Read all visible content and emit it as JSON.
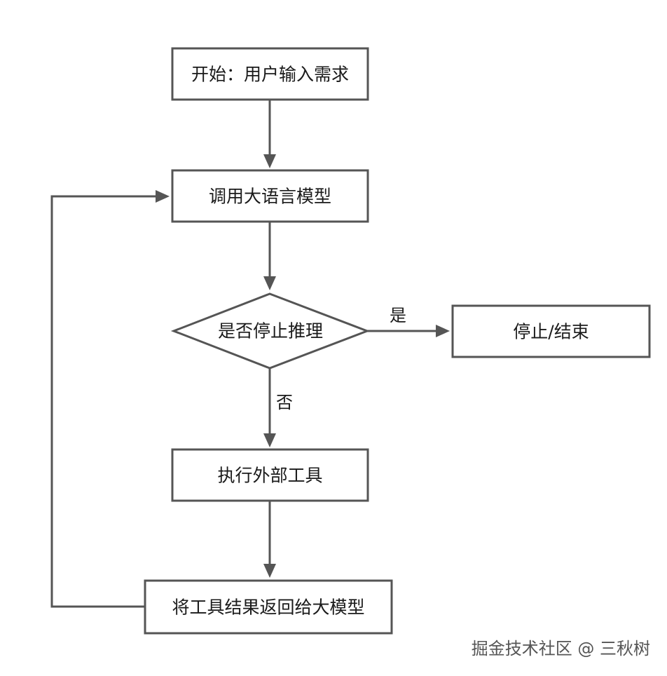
{
  "nodes": {
    "start": "开始：用户输入需求",
    "call_llm": "调用大语言模型",
    "decision": "是否停止推理",
    "stop": "停止/结束",
    "execute_tool": "执行外部工具",
    "return_result": "将工具结果返回给大模型"
  },
  "edges": {
    "yes_label": "是",
    "no_label": "否"
  },
  "colors": {
    "stroke": "#555555",
    "text": "#1a1a1a",
    "background": "#ffffff"
  },
  "watermark": "掘金技术社区 @ 三秋树"
}
